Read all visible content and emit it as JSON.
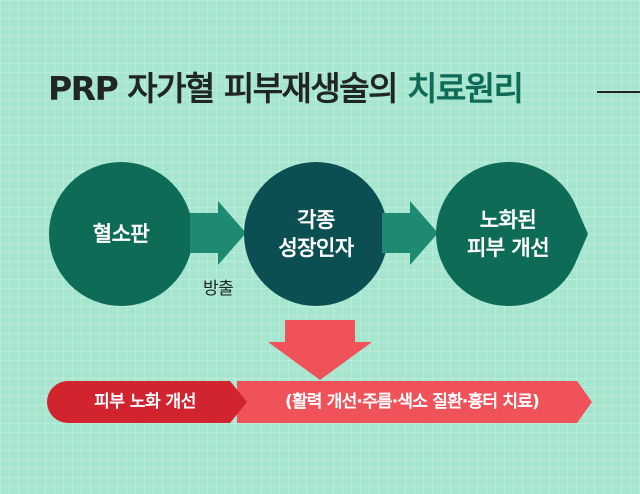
{
  "title": {
    "main": "PRP 자가혈 피부재생술의 ",
    "accent": "치료원리"
  },
  "flow": {
    "step1": {
      "line1": "혈소판"
    },
    "release_label": "방출",
    "step2": {
      "line1": "각종",
      "line2": "성장인자"
    },
    "step3": {
      "line1": "노화된",
      "line2": "피부 개선"
    }
  },
  "result": {
    "left_label": "피부 노화 개선",
    "right_label": "(활력 개선·주름·색소 질환·흉터 치료)"
  },
  "colors": {
    "background": "#a6e6cf",
    "node_dark_green": "#0e6b58",
    "node_dark_teal": "#0c4f52",
    "arrow_green": "#1f8a72",
    "down_arrow_red": "#f0525a",
    "bar_dark_red": "#d1242f",
    "bar_light_red": "#f0525a",
    "accent_text": "#0f6b58"
  }
}
